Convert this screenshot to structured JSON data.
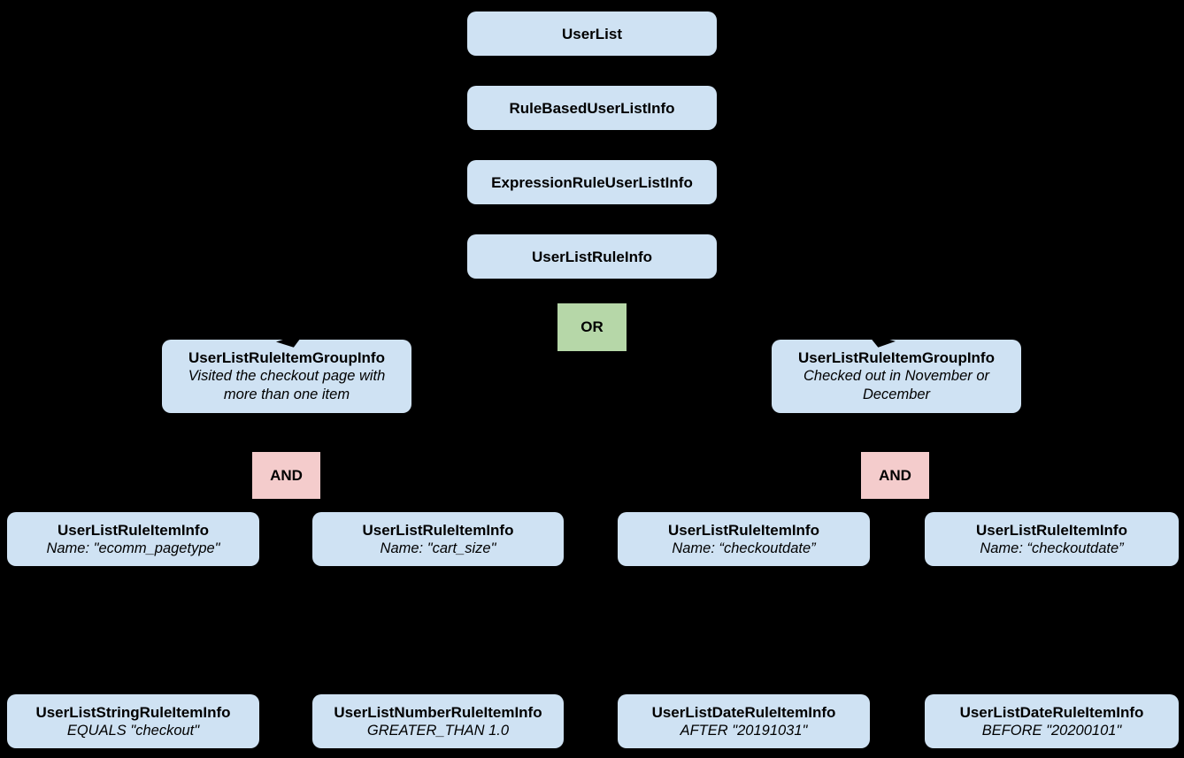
{
  "palette": {
    "background": "#000000",
    "class_box": "#cfe2f3",
    "or_box": "#b6d7a8",
    "and_box": "#f4cccc",
    "text": "#000000"
  },
  "hierarchy": {
    "userList": "UserList",
    "ruleBasedUserListInfo": "RuleBasedUserListInfo",
    "expressionRuleUserListInfo": "ExpressionRuleUserListInfo",
    "userListRuleInfo": "UserListRuleInfo"
  },
  "operators": {
    "or": "OR",
    "andLeft": "AND",
    "andRight": "AND"
  },
  "groups": {
    "left": {
      "title": "UserListRuleItemGroupInfo",
      "description": "Visited the checkout page with more than one item"
    },
    "right": {
      "title": "UserListRuleItemGroupInfo",
      "description": "Checked out in November or December"
    }
  },
  "ruleItems": [
    {
      "title": "UserListRuleItemInfo",
      "detail": "Name: \"ecomm_pagetype\""
    },
    {
      "title": "UserListRuleItemInfo",
      "detail": "Name: \"cart_size\""
    },
    {
      "title": "UserListRuleItemInfo",
      "detail": "Name: “checkoutdate”"
    },
    {
      "title": "UserListRuleItemInfo",
      "detail": "Name: “checkoutdate”"
    }
  ],
  "operands": [
    {
      "title": "UserListStringRuleItemInfo",
      "detail": "EQUALS \"checkout\""
    },
    {
      "title": "UserListNumberRuleItemInfo",
      "detail": "GREATER_THAN 1.0"
    },
    {
      "title": "UserListDateRuleItemInfo",
      "detail": "AFTER \"20191031\""
    },
    {
      "title": "UserListDateRuleItemInfo",
      "detail": "BEFORE \"20200101\""
    }
  ]
}
